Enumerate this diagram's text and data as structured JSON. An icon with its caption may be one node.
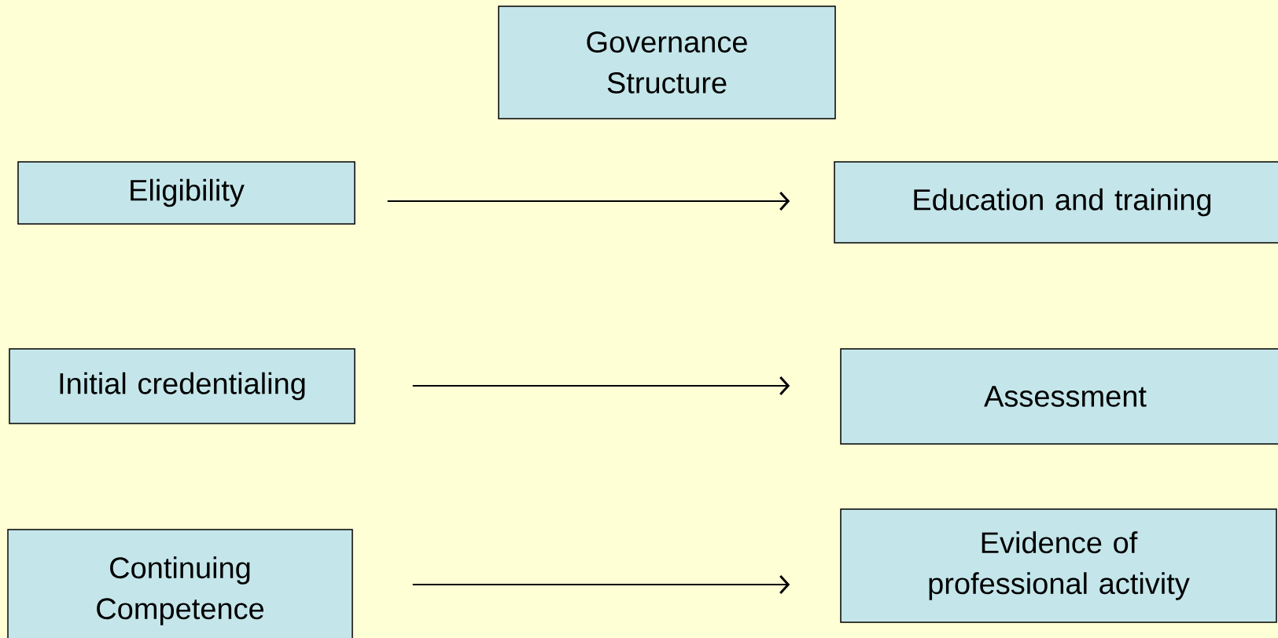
{
  "diagram": {
    "nodes": [
      {
        "text": [
          "Governance Structure"
        ]
      },
      {
        "text": [
          "Eligibility"
        ]
      },
      {
        "text": [
          "Education and training"
        ]
      },
      {
        "text": [
          "Initial credentialing"
        ]
      },
      {
        "text": [
          "Assessment"
        ]
      },
      {
        "text": [
          "Continuing Competence"
        ]
      },
      {
        "text": [
          "Evidence of professional activity"
        ]
      }
    ],
    "edges": [
      {
        "from": 1,
        "to": 2,
        "arrow": "to"
      },
      {
        "from": 3,
        "to": 4,
        "arrow": "to"
      },
      {
        "from": 5,
        "to": 6,
        "arrow": "to"
      }
    ]
  }
}
